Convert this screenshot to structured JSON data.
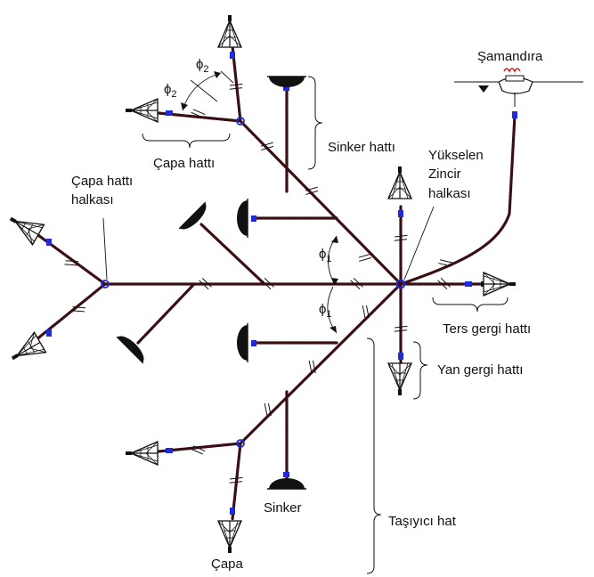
{
  "labels": {
    "samandira": "Şamandıra",
    "phi2_upper": "ϕ",
    "phi2_upper_sub": "2",
    "phi2_lower": "ϕ",
    "phi2_lower_sub": "2",
    "capa_hatti": "Çapa hattı",
    "sinker_hatti": "Sinker hattı",
    "yukselen_line1": "Yükselen",
    "yukselen_line2": "Zincir",
    "yukselen_line3": "halkası",
    "capa_hatti_halkasi_line1": "Çapa hattı",
    "capa_hatti_halkasi_line2": "halkası",
    "phi1_upper": "ϕ",
    "phi1_upper_sub": "1",
    "phi1_lower": "ϕ",
    "phi1_lower_sub": "1",
    "ters_gergi_hatti": "Ters gergi hattı",
    "yan_gergi_hatti": "Yan gergi hattı",
    "sinker": "Sinker",
    "tasiyici_hat": "Taşıyıcı hat",
    "capa": "Çapa"
  },
  "colors": {
    "chain": "#3a0f14",
    "connector": "#1d2bd8",
    "buoy_marker": "#d42020",
    "text": "#111111"
  }
}
